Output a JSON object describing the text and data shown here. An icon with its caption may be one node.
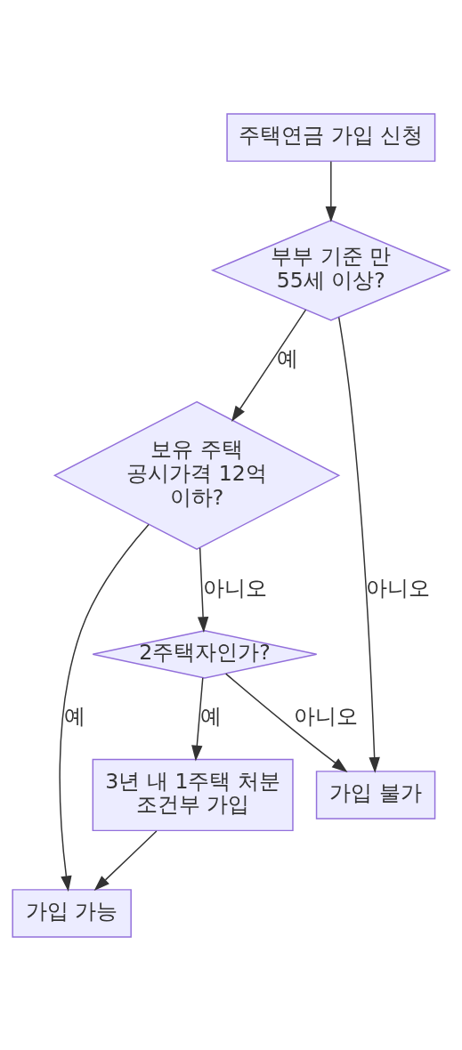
{
  "diagram": {
    "nodes": [
      {
        "text": [
          "주택연금 가입 신청"
        ]
      },
      {
        "text": [
          "부부 기준 만 55세 이상?"
        ]
      },
      {
        "text": [
          "보유 주택 공시가격 12억 이하?"
        ]
      },
      {
        "text": [
          "2주택자인가?"
        ]
      },
      {
        "text": [
          "3년 내 1주택 처분 조건부 가입"
        ]
      },
      {
        "text": [
          "가입 불가"
        ]
      },
      {
        "text": [
          "가입 가능"
        ]
      }
    ],
    "edges": [
      {
        "from": 0,
        "to": 1,
        "arrow": "to"
      },
      {
        "from": 1,
        "to": 2,
        "arrow": "to",
        "label": "예"
      },
      {
        "from": 1,
        "to": 5,
        "arrow": "to",
        "label": "아니오"
      },
      {
        "from": 2,
        "to": 6,
        "arrow": "to",
        "label": "예"
      },
      {
        "from": 2,
        "to": 3,
        "arrow": "to",
        "label": "아니오"
      },
      {
        "from": 3,
        "to": 4,
        "arrow": "to",
        "label": "예"
      },
      {
        "from": 3,
        "to": 5,
        "arrow": "to",
        "label": "아니오"
      },
      {
        "from": 4,
        "to": 6,
        "arrow": "to"
      }
    ]
  }
}
